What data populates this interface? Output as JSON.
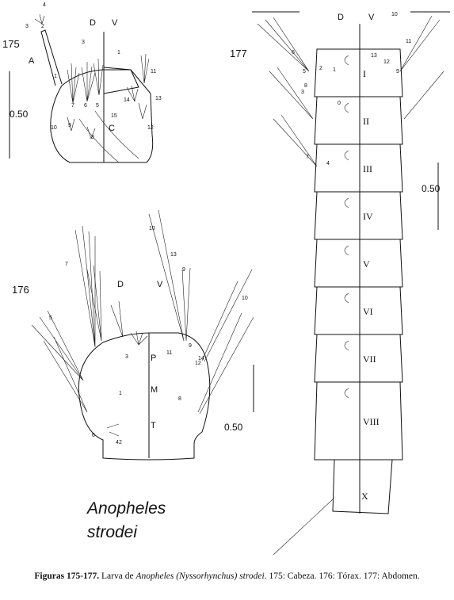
{
  "figure_175": {
    "number": "175",
    "labels": {
      "A": "A",
      "D": "D",
      "V": "V",
      "C": "C"
    },
    "scale": "0.50",
    "setae": [
      "1",
      "2",
      "3",
      "4",
      "5",
      "6",
      "7",
      "8",
      "9",
      "10",
      "11",
      "12",
      "13",
      "14",
      "15",
      "1",
      "3"
    ]
  },
  "figure_176": {
    "number": "176",
    "labels": {
      "D": "D",
      "V": "V",
      "P": "P",
      "M": "M",
      "T": "T"
    },
    "scale": "0.50",
    "setae": [
      "1",
      "2",
      "3",
      "4",
      "5",
      "6",
      "7",
      "8",
      "9",
      "10",
      "12",
      "13",
      "14",
      "11",
      "9",
      "10"
    ]
  },
  "figure_177": {
    "number": "177",
    "labels": {
      "D": "D",
      "V": "V"
    },
    "segments": [
      "I",
      "II",
      "III",
      "IV",
      "V",
      "VI",
      "VII",
      "VIII",
      "X"
    ],
    "scale": "0.50",
    "setae": [
      "1",
      "2",
      "3",
      "4",
      "5",
      "6",
      "7",
      "8",
      "9",
      "10",
      "11",
      "12",
      "13",
      "0"
    ]
  },
  "species": {
    "line1": "Anopheles",
    "line2": "strodei"
  },
  "caption": {
    "bold": "Figuras 175-177.",
    "text1": " Larva de ",
    "italic": "Anopheles (Nyssorhynchus) strodei",
    "text2": ". 175: Cabeza. 176: Tórax. 177: Abdomen."
  }
}
